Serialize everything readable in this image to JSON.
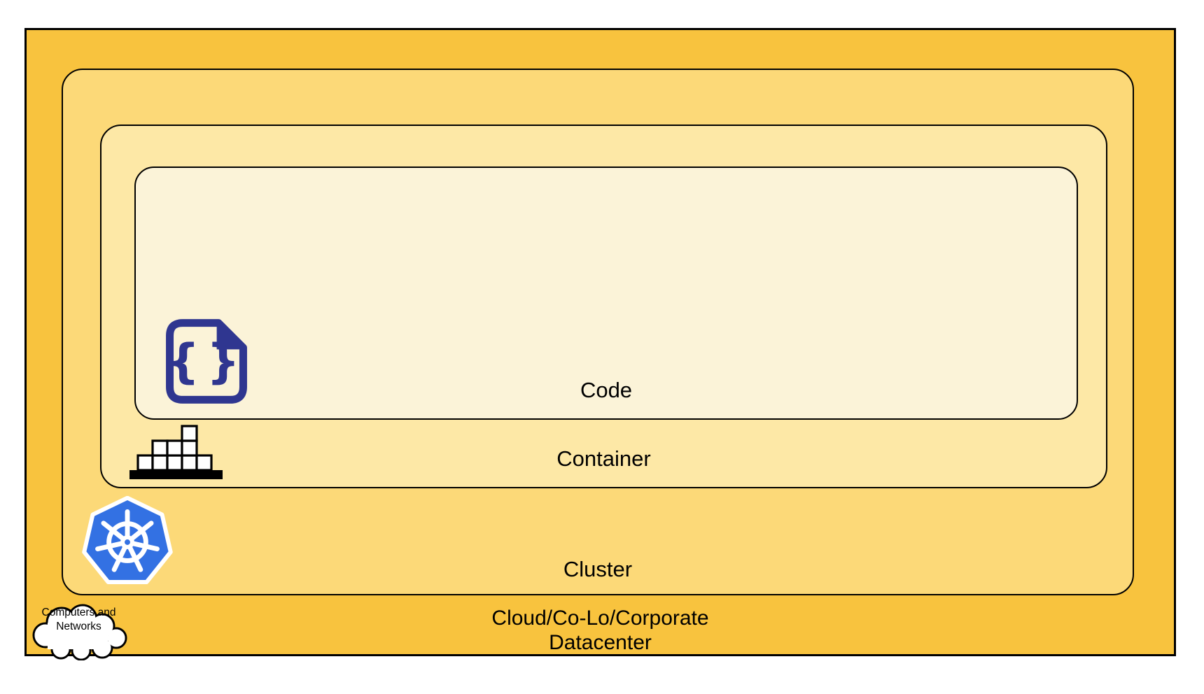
{
  "layers": {
    "code": {
      "label": "Code",
      "fill": "#FBF3D8"
    },
    "container": {
      "label": "Container",
      "fill": "#FDE8A6"
    },
    "cluster": {
      "label": "Cluster",
      "fill": "#FCD978"
    },
    "datacenter": {
      "label_line1": "Cloud/Co-Lo/Corporate",
      "label_line2": "Datacenter",
      "fill": "#F8C33E"
    }
  },
  "cloud_caption": {
    "line1": "Computers and",
    "line2": "Networks"
  },
  "icons": {
    "code_icon_name": "code-file-icon",
    "code_glyph": "{}",
    "container_icon_name": "container-blocks-icon",
    "cluster_icon_name": "kubernetes-wheel-icon",
    "datacenter_icon_name": "computers-and-networks-cloud-icon"
  },
  "colors": {
    "border": "#000000",
    "text": "#000000",
    "code_icon": "#2F3690",
    "kubernetes_blue": "#3371E3",
    "block_fill": "#FFFFFF",
    "cloud_fill": "#FFFFFF"
  }
}
